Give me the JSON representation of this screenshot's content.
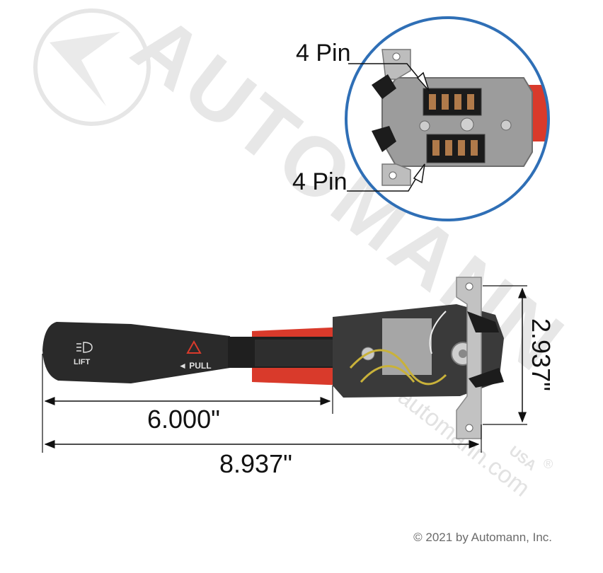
{
  "watermark": {
    "brand_text": "AUTOMANN",
    "url_text": "automann.com",
    "usa_mark": "USA",
    "registered_mark": "®"
  },
  "callouts": {
    "top_pin_label": "4 Pin",
    "bottom_pin_label": "4 Pin"
  },
  "lever": {
    "lift_label": "LIFT",
    "pull_label": "◄ PULL"
  },
  "dimensions": {
    "height": "2.937\"",
    "partial_length": "6.000\"",
    "total_length": "8.937\""
  },
  "footer": {
    "copyright": "© 2021 by Automann, Inc."
  },
  "colors": {
    "lever_black": "#2a2a2a",
    "housing_red": "#d93a2b",
    "circle_blue": "#2f6fb6",
    "metal_gray": "#a8a8a8",
    "watermark_gray": "#e4e4e4"
  }
}
